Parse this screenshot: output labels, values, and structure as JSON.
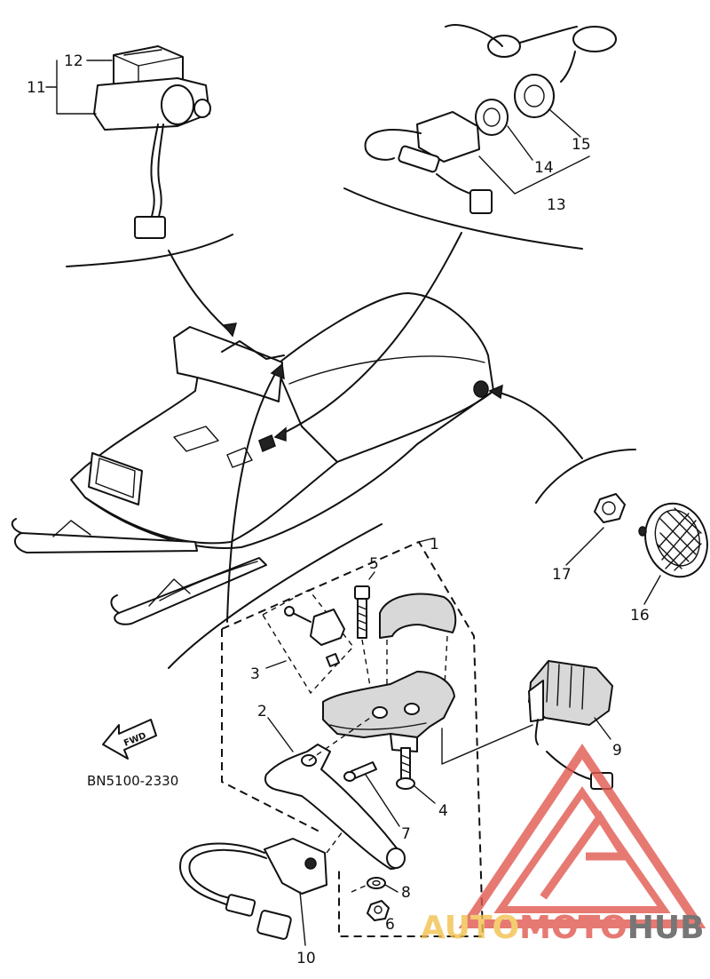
{
  "diagram_code": "BN5100-2330",
  "fwd_label": "FWD",
  "part_labels": {
    "p1": "1",
    "p2": "2",
    "p3": "3",
    "p4": "4",
    "p5": "5",
    "p6": "6",
    "p7": "7",
    "p8": "8",
    "p9": "9",
    "p10": "10",
    "p11": "11",
    "p12": "12",
    "p13": "13",
    "p14": "14",
    "p15": "15",
    "p16": "16",
    "p17": "17"
  },
  "watermark": {
    "word_part1": "AUTO",
    "word_part2": "MOTO",
    "word_part3": "HUB",
    "color_yellow": "#f2c14e",
    "color_red": "#e05a4f",
    "color_gray": "#555555"
  }
}
